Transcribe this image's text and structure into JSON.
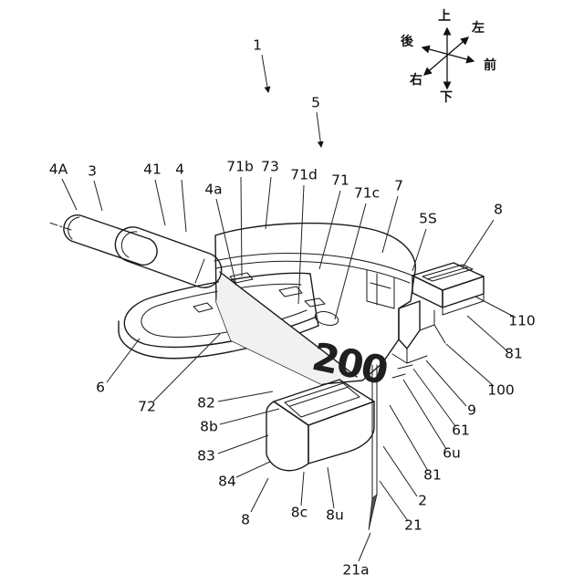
{
  "figure": {
    "reference_numerals": {
      "n1": "1",
      "n5": "5",
      "n4A": "4A",
      "n3": "3",
      "n41": "41",
      "n4": "4",
      "n71b": "71b",
      "n73": "73",
      "n4a": "4a",
      "n71d": "71d",
      "n71": "71",
      "n71c": "71c",
      "n7": "7",
      "n5S": "5S",
      "n8_top": "8",
      "n110": "110",
      "n81_upper": "81",
      "n100": "100",
      "n9": "9",
      "n61": "61",
      "n6u": "6u",
      "n81_lower": "81",
      "n2": "2",
      "n21": "21",
      "n21a": "21a",
      "n6": "6",
      "n72": "72",
      "n82": "82",
      "n8b": "8b",
      "n83": "83",
      "n84": "84",
      "n8_bottom": "8",
      "n8c": "8c",
      "n8u": "8u",
      "n200": "200"
    },
    "compass": {
      "up": "上",
      "down": "下",
      "left": "左",
      "right": "右",
      "front": "前",
      "back": "後"
    },
    "line_colors": {
      "ink": "#1a1a1a",
      "leader": "#222222"
    }
  }
}
